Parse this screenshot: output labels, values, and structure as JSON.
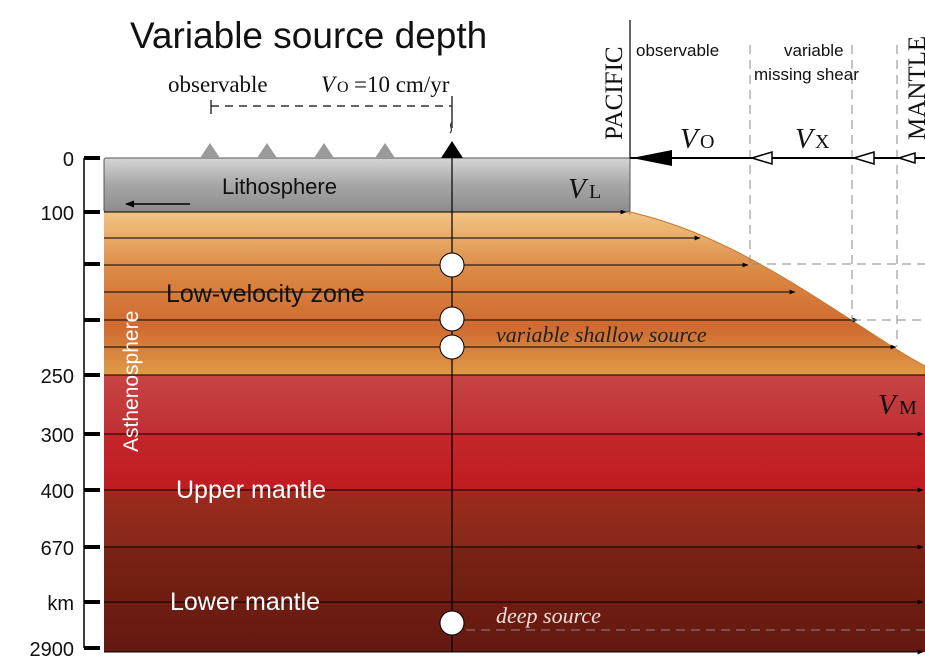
{
  "title": "Variable source depth",
  "observable_bracket": {
    "label": "observable",
    "velocity_symbol": "V",
    "velocity_subscript": "O",
    "velocity_value": "=10 cm/yr"
  },
  "depth_axis": {
    "ticks": [
      "0",
      "100",
      "250",
      "300",
      "400",
      "670",
      "km",
      "2900"
    ]
  },
  "layers": {
    "lithosphere": "Lithosphere",
    "low_velocity_zone": "Low-velocity zone",
    "asthenosphere": "Asthenosphere",
    "upper_mantle": "Upper mantle",
    "lower_mantle": "Lower mantle"
  },
  "sources": {
    "shallow": "variable shallow source",
    "deep": "deep source"
  },
  "velocity_labels": {
    "lithosphere": {
      "symbol": "V",
      "subscript": "L"
    },
    "mantle": {
      "symbol": "V",
      "subscript": "M"
    }
  },
  "right_panel": {
    "pacific": "PACIFIC",
    "mantle": "MANTLE",
    "observable": "observable",
    "missing_line1": "variable",
    "missing_line2": "missing shear",
    "vo": {
      "symbol": "V",
      "subscript": "O"
    },
    "vx": {
      "symbol": "V",
      "subscript": "X"
    }
  },
  "colors": {
    "lithosphere": "#a9a9a9",
    "lvz_top": "#f0b86a",
    "lvz_mid": "#d26a32",
    "asthenosphere": "#c53a3a",
    "upper_mantle": "#c21e24",
    "upper_mantle_deep": "#8e2a18",
    "lower_mantle": "#6e1a12",
    "dashed": "#777777"
  }
}
